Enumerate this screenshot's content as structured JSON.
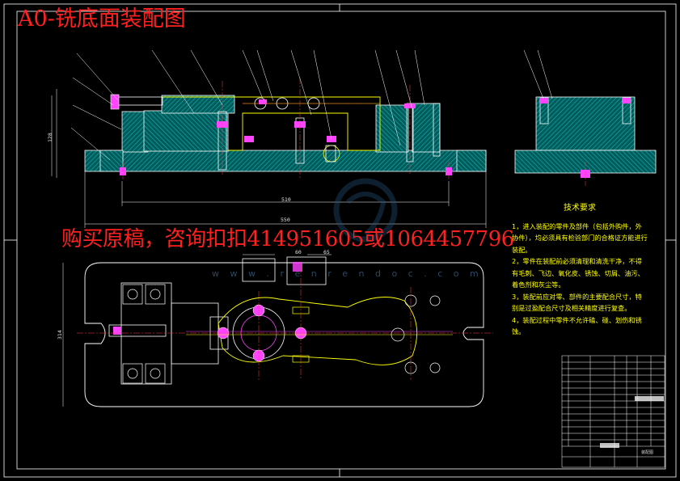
{
  "title": "A0-铣底面装配图",
  "overlay_text": "购买原稿，咨询扣扣414951605或1064457796",
  "watermark_url": "w w w . r e n r e n d o c . c o m",
  "tech_requirements": {
    "heading": "技术要求",
    "items": [
      "1，进入装配的零件及部件（包括外购件，外协件），均必须具有检验部门的合格证方能进行装配。",
      "2，零件在装配前必须清理和清洗干净，不得有毛刺、飞边、氧化皮、锈蚀、切屑、油污、着色剂和灰尘等。",
      "3，装配前应对零、部件的主要配合尺寸，特别是过盈配合尺寸及相关精度进行复查。",
      "4，装配过程中零件不允许磕、碰、划伤和锈蚀。"
    ]
  },
  "dimensions": {
    "overall_length": "550",
    "base_width": "510",
    "front_height": "128",
    "plan_width": "314",
    "small_a": "60",
    "small_b": "65"
  },
  "title_block": {
    "sheet_name": "装配图"
  },
  "colors": {
    "background": "#000000",
    "outline": "#ffffff",
    "section_hatch": "#00aaaa",
    "highlight": "#ffff00",
    "annotation_red": "#ff2020",
    "part_fill": "#ff44ff",
    "centerline": "#ff4040"
  }
}
